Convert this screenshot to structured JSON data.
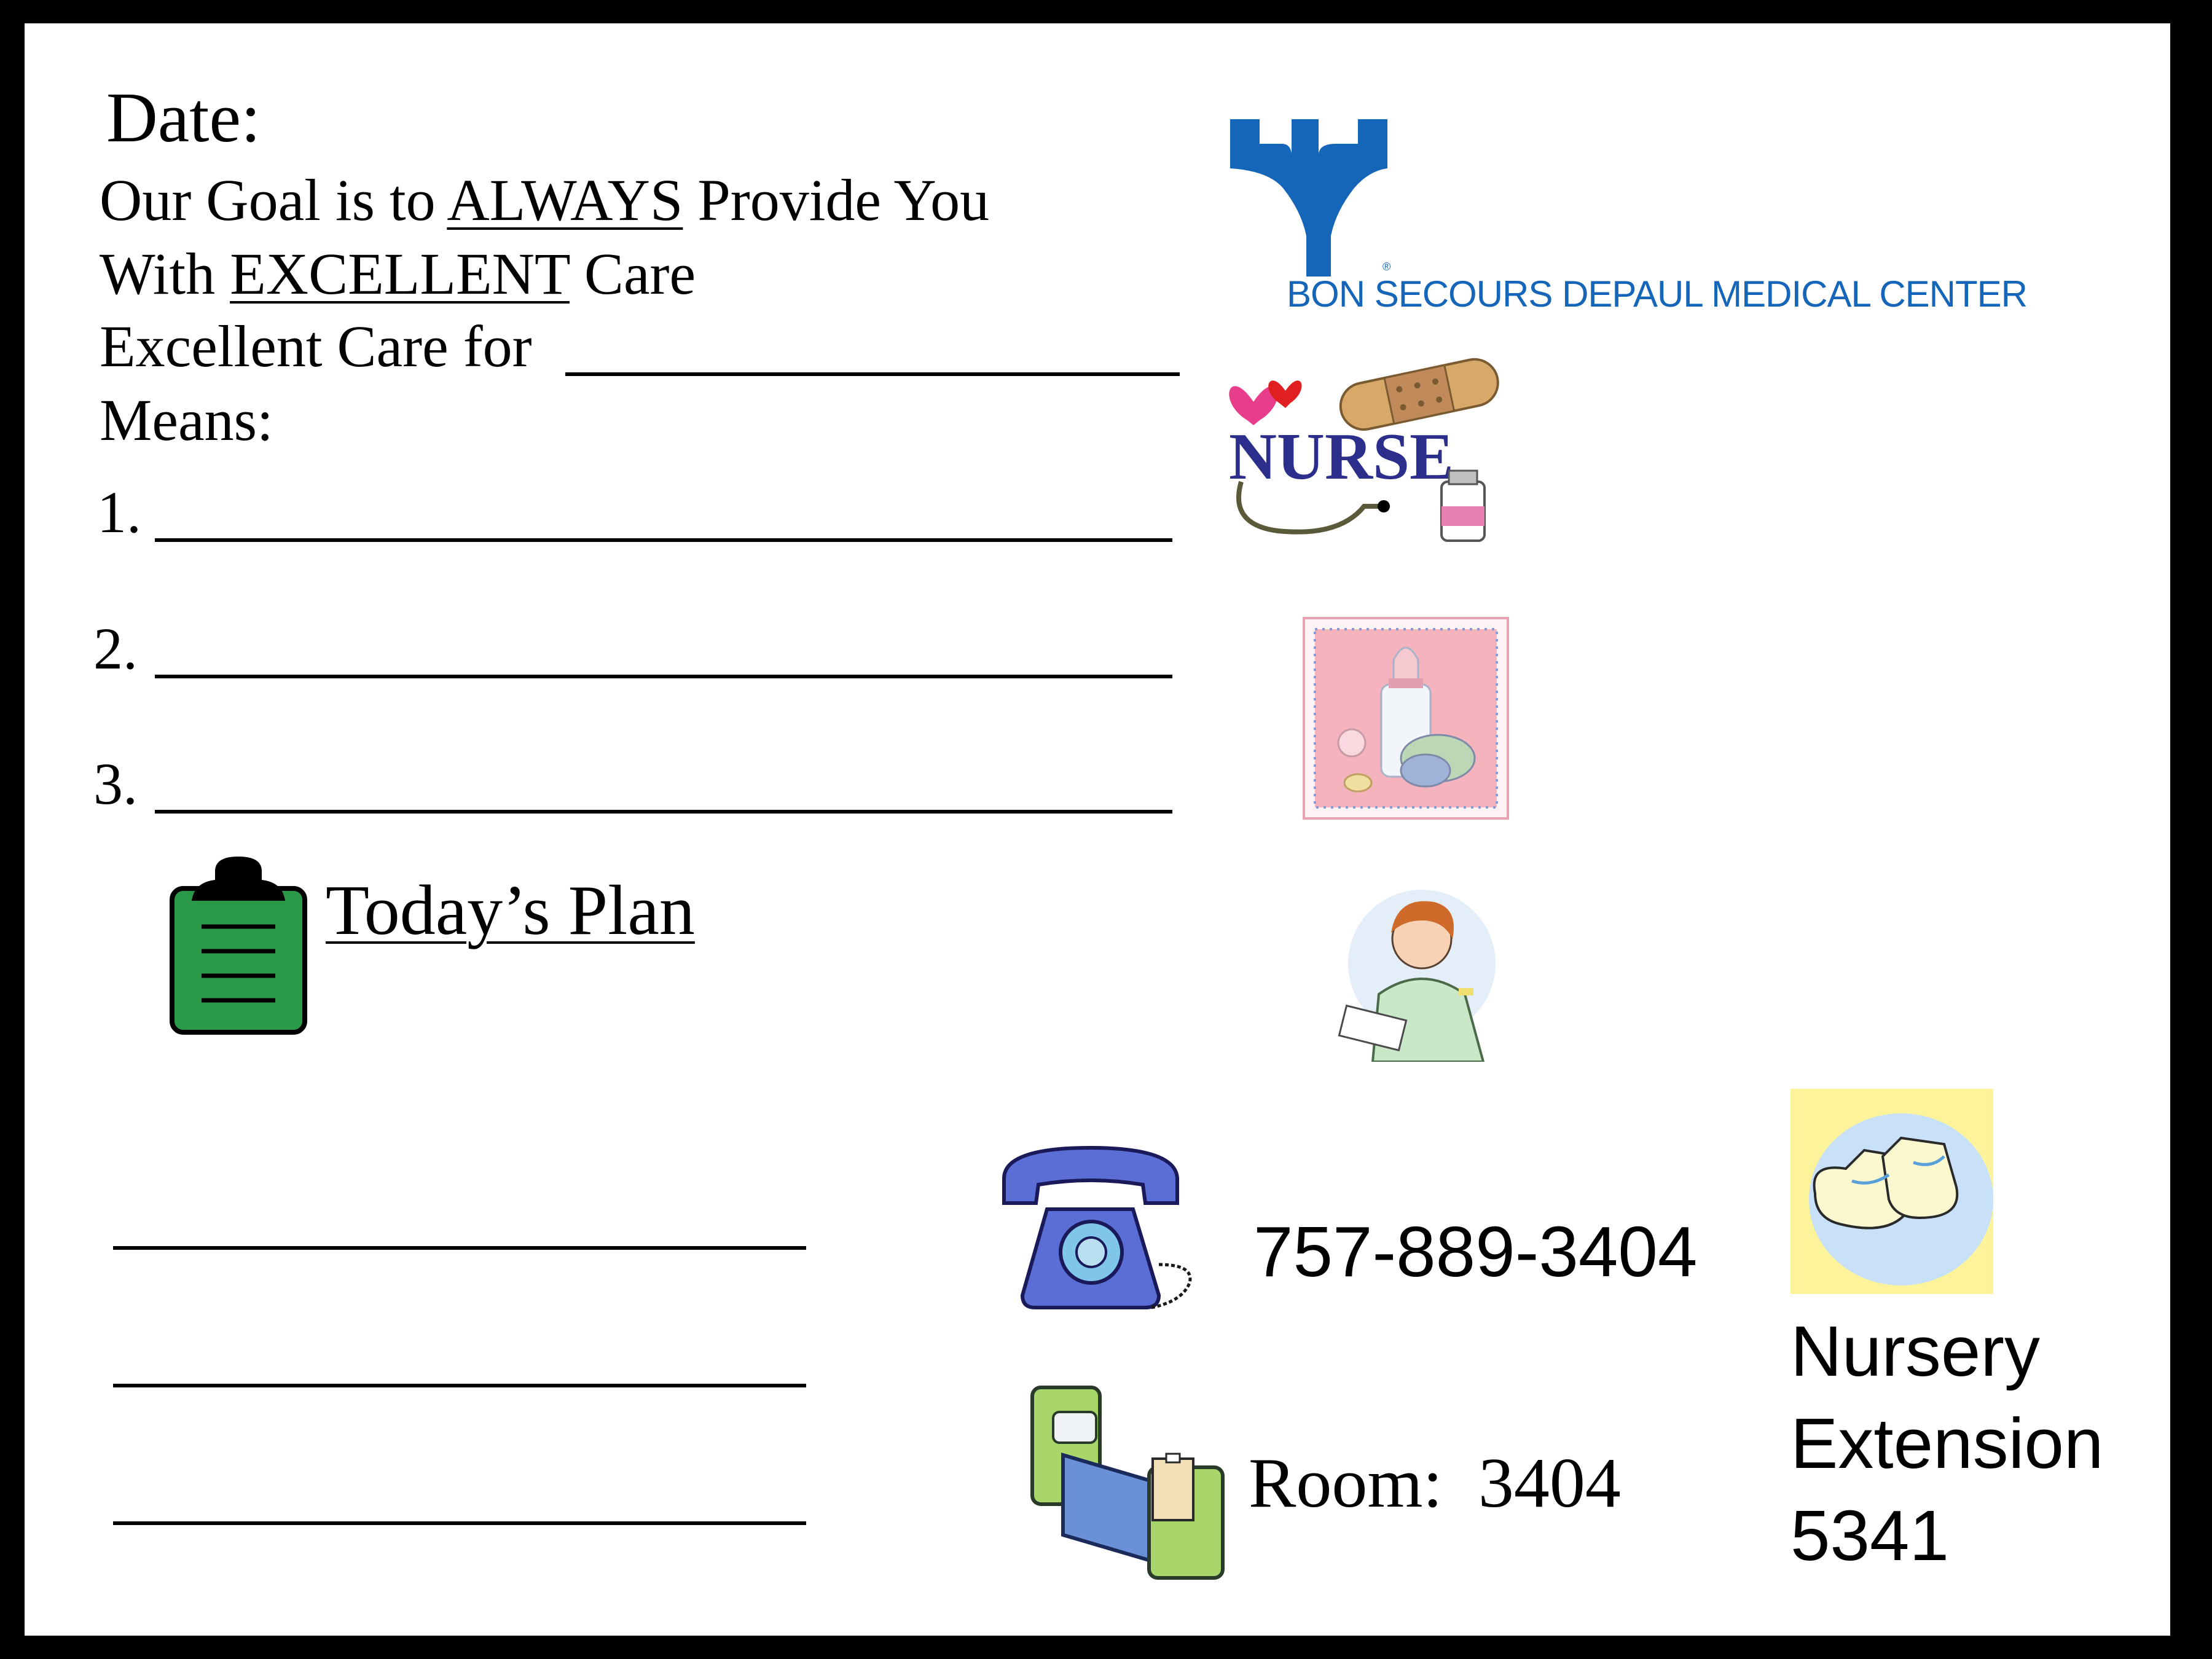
{
  "header": {
    "date_label": "Date:",
    "goal_line1_pre": "Our Goal is to ",
    "goal_line1_em": "ALWAYS",
    "goal_line1_post": " Provide You",
    "goal_line2_pre": "With ",
    "goal_line2_em": "EXCELLENT",
    "goal_line2_post": " Care",
    "care_for_label": "Excellent Care for",
    "means_label": "Means:"
  },
  "means_items": [
    "1.",
    "2.",
    "3."
  ],
  "plan": {
    "title": "Today’s Plan",
    "icon": "clipboard-icon"
  },
  "logo": {
    "name": "BON SECOURS DEPAUL MEDICAL CENTER",
    "registered_mark": "®",
    "brand_color": "#1565b8"
  },
  "icons": {
    "nurse_badge": "nurse-badge-icon",
    "nurse_badge_text": "NURSE",
    "baby_bottle": "baby-bottle-icon",
    "nurse_figure": "nurse-writing-icon",
    "telephone": "telephone-icon",
    "bed": "hospital-bed-icon",
    "booties": "baby-booties-icon"
  },
  "contact": {
    "phone": "757-889-3404",
    "room_label": "Room:",
    "room_number": "3404",
    "nursery_line1": "Nursery",
    "nursery_line2": "Extension",
    "nursery_extension": "5341"
  }
}
